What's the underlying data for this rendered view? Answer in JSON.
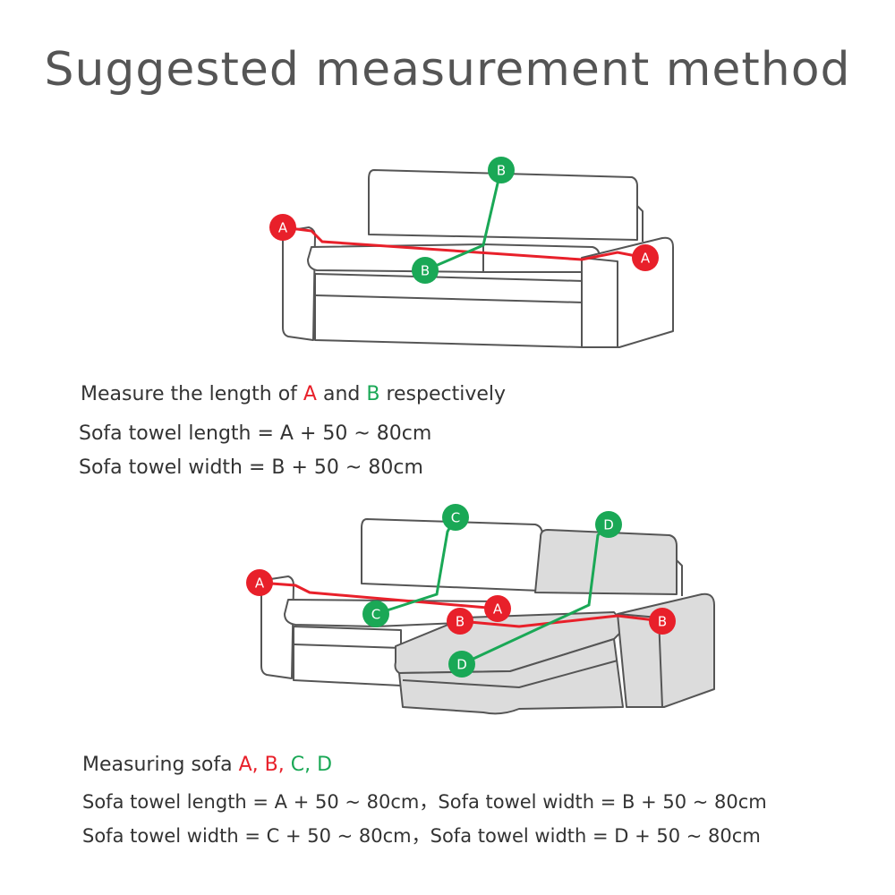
{
  "title": "Suggested measurement method",
  "colors": {
    "red": "#e8202a",
    "green": "#1aa856",
    "outline": "#555555",
    "chaise_fill": "#dcdcdc"
  },
  "diagram1": {
    "markers": {
      "a_left": "A",
      "a_right": "A",
      "b_top": "B",
      "b_bottom": "B"
    }
  },
  "text1": {
    "line1_prefix": "Measure the length of ",
    "line1_a": "A",
    "line1_and": " and ",
    "line1_b": "B",
    "line1_suffix": " respectively",
    "line2": "Sofa towel length = A + 50 ~ 80cm",
    "line3": "Sofa towel width = B + 50 ~ 80cm"
  },
  "diagram2": {
    "markers": {
      "a_left": "A",
      "a_mid": "A",
      "b_mid": "B",
      "b_right": "B",
      "c_top": "C",
      "c_bottom": "C",
      "d_top": "D",
      "d_bottom": "D"
    }
  },
  "text2": {
    "line1_prefix": "Measuring sofa ",
    "line1_a": "A,",
    "line1_b": "B,",
    "line1_c": "C,",
    "line1_d": "D",
    "line2": "Sofa towel length = A + 50 ~ 80cm，Sofa towel width = B + 50 ~ 80cm",
    "line3": "Sofa towel width = C + 50 ~ 80cm，Sofa towel width = D + 50 ~ 80cm"
  }
}
